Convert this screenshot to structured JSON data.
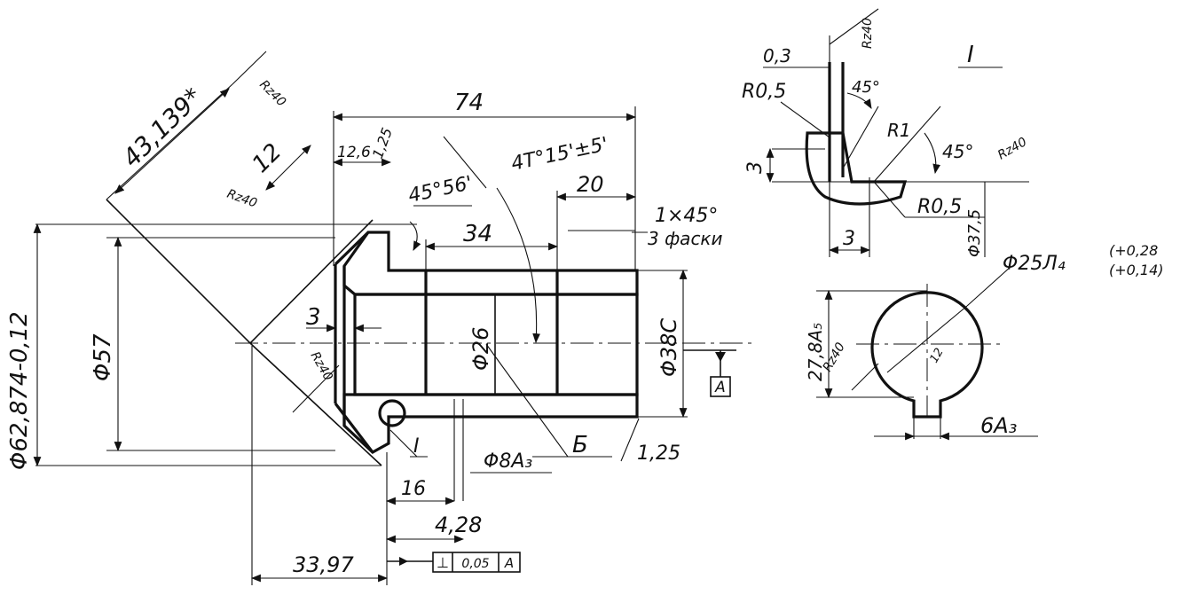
{
  "dimensions": {
    "overall_length": "74",
    "d_45_56": "45°56'",
    "d_12_6": "12,6",
    "d_1_25_top": "1,25",
    "d_cone": "43,139*",
    "d_12": "12",
    "d_taper": "4T°15'±5'",
    "d_20": "20",
    "d_34": "34",
    "d_chamfer": "1×45°",
    "d_chamfer_note": "3 фаски",
    "d_dia_62": "Φ62,874-0,12",
    "d_dia_57": "Φ57",
    "d_3_left": "3",
    "d_dia_26": "Φ26",
    "d_dia_38": "Φ38C",
    "d_dia_8": "Φ8A₃",
    "d_section_b": "Б",
    "d_1_25_bottom": "1,25",
    "d_16": "16",
    "d_4_28": "4,28",
    "d_33_97": "33,97",
    "view_ref": "I"
  },
  "roughness": {
    "cone_face": "Rz40",
    "left_face": "Rz40",
    "bottom_face": "Rz40",
    "detail_top": "Rz40",
    "detail_right": "Rz40",
    "section": "Rz40"
  },
  "tolerance": {
    "symbol": "⊥",
    "value": "0,05",
    "datum": "A"
  },
  "datum": {
    "label": "A"
  },
  "detail_view": {
    "title": "I",
    "d_0_3": "0,3",
    "r_0_5_top": "R0,5",
    "angle_top": "45°",
    "r_1": "R1",
    "angle_right": "45°",
    "d_3_vertical": "3",
    "d_3_horizontal": "3",
    "r_0_5_bottom": "R0,5",
    "dia_37_5": "Φ37,5"
  },
  "section_view": {
    "dia_25": "Φ25Л₄",
    "tol_upper": "(+0,28",
    "tol_lower": "(+0,14)",
    "d_27_8": "27,8A₅",
    "d_6": "6A₃",
    "d_12": "12"
  }
}
